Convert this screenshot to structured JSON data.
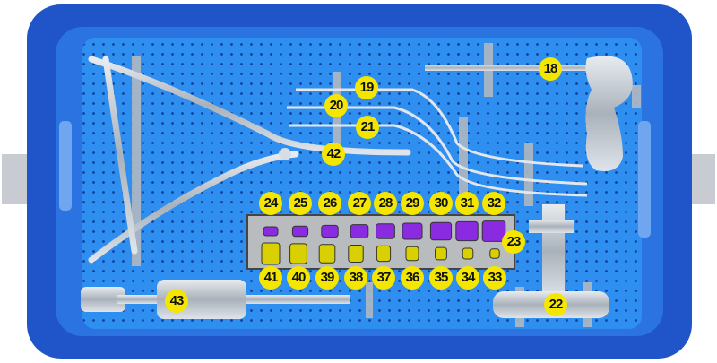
{
  "labels": {
    "n18": "18",
    "n19": "19",
    "n20": "20",
    "n21": "21",
    "n42": "42",
    "n23": "23",
    "n22": "22",
    "n43": "43",
    "top_row": [
      "24",
      "25",
      "26",
      "27",
      "28",
      "29",
      "30",
      "31",
      "32"
    ],
    "bottom_row": [
      "41",
      "40",
      "39",
      "38",
      "37",
      "36",
      "35",
      "34",
      "33"
    ]
  },
  "colors": {
    "tray_outer": "#1f55c8",
    "tray_inner": "#2f8ff0",
    "label": "#f5e600",
    "purple": "#8a2be2",
    "yellow": "#d8d000"
  }
}
